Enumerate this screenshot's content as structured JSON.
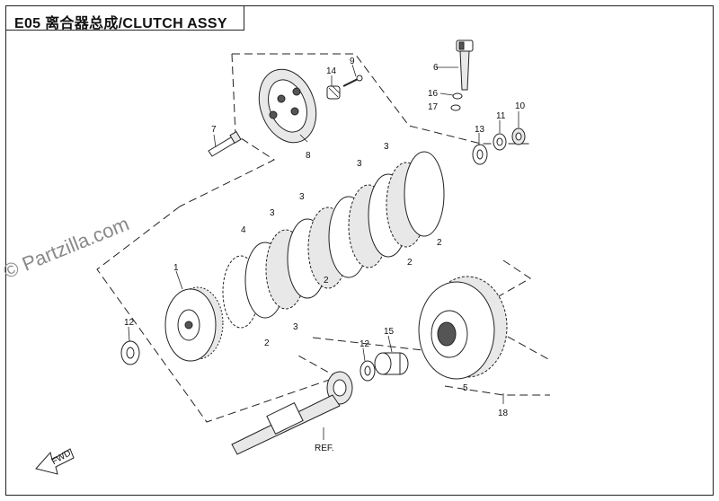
{
  "header": {
    "title": "E05  离合器总成/CLUTCH ASSY"
  },
  "watermark": "© Partzilla.com",
  "labels": {
    "ref": "REF.",
    "fwd": "FWD"
  },
  "callouts": [
    "1",
    "2",
    "2",
    "2",
    "2",
    "3",
    "3",
    "3",
    "3",
    "3",
    "4",
    "5",
    "6",
    "7",
    "8",
    "9",
    "10",
    "11",
    "12",
    "12",
    "13",
    "14",
    "15",
    "16",
    "17",
    "18"
  ]
}
